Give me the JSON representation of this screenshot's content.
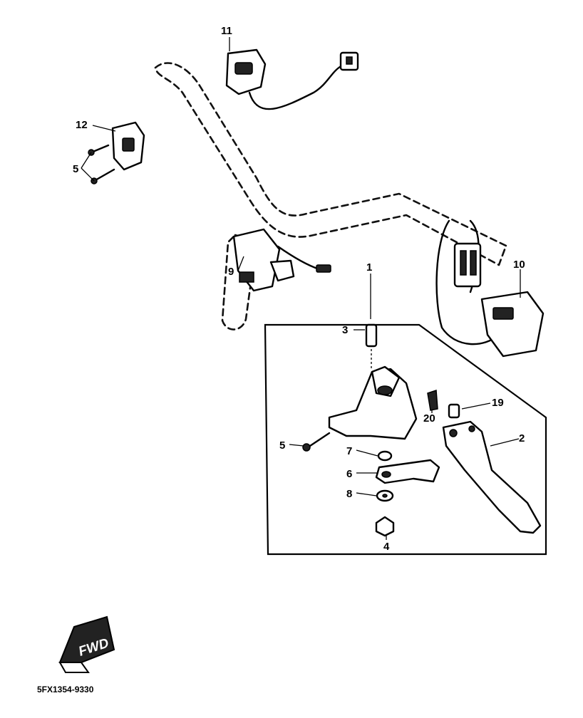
{
  "diagram": {
    "callouts": {
      "c1": "1",
      "c2": "2",
      "c3": "3",
      "c4": "4",
      "c5_upper": "5",
      "c5_lower": "5",
      "c6": "6",
      "c7": "7",
      "c8": "8",
      "c9": "9",
      "c10": "10",
      "c11": "11",
      "c12": "12",
      "c19": "19",
      "c20": "20"
    },
    "fwd_label": "FWD",
    "drawing_code": "5FX1354-9330"
  }
}
